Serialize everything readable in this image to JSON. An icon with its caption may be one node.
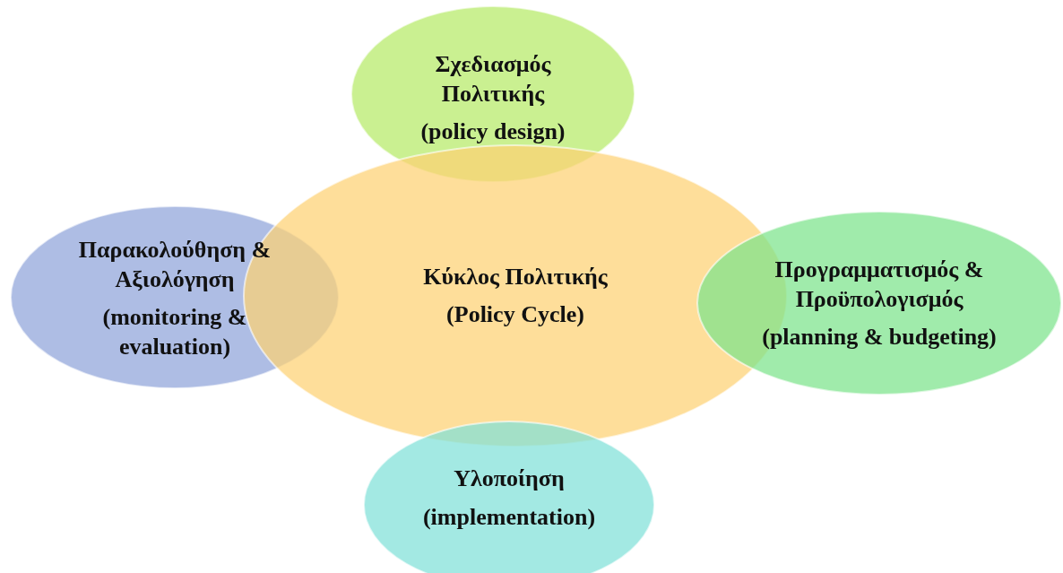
{
  "diagram": {
    "nodes": [
      {
        "text": [
          "Σχεδιασμός Πολιτικής",
          "(policy design)"
        ]
      },
      {
        "text": [
          "Παρακολούθηση & Αξιολόγηση",
          "(monitoring & evaluation)"
        ]
      },
      {
        "text": [
          "Κύκλος Πολιτικής",
          "(Policy Cycle)"
        ]
      },
      {
        "text": [
          "Προγραμματισμός & Προϋπολογισμός",
          "(planning & budgeting)"
        ]
      },
      {
        "text": [
          "Υλοποίηση",
          "(implementation)"
        ]
      }
    ]
  }
}
